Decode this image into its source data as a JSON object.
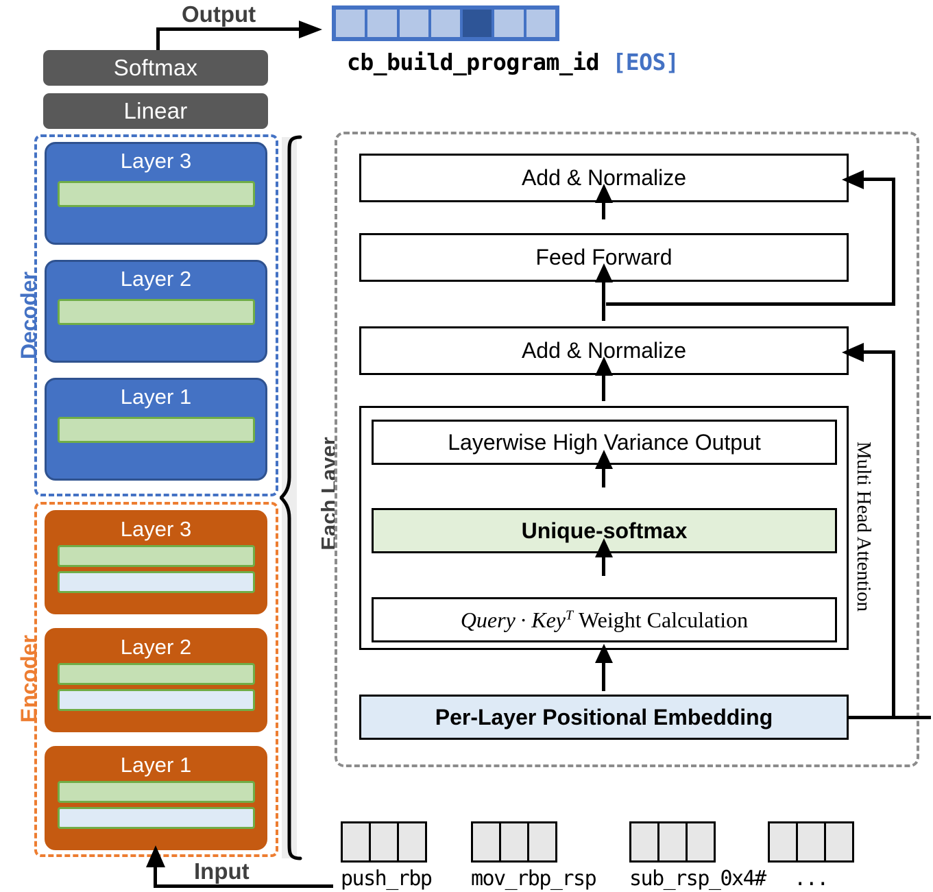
{
  "figure": {
    "io": {
      "output_label": "Output",
      "input_label": "Input"
    },
    "output_sequence": {
      "cell_count": 7,
      "highlighted_index": 4,
      "token_text": "cb_build_program_id",
      "eos_text": "[EOS]"
    },
    "head": {
      "softmax_label": "Softmax",
      "linear_label": "Linear"
    },
    "decoder": {
      "group_label": "Decoder",
      "accent_color": "#4472C4",
      "layers": [
        {
          "title": "Layer 3",
          "bars": [
            "green"
          ]
        },
        {
          "title": "Layer 2",
          "bars": [
            "green"
          ]
        },
        {
          "title": "Layer 1",
          "bars": [
            "green"
          ]
        }
      ]
    },
    "encoder": {
      "group_label": "Encoder",
      "accent_color": "#ED7D31",
      "layers": [
        {
          "title": "Layer 3",
          "bars": [
            "green",
            "lblue"
          ]
        },
        {
          "title": "Layer 2",
          "bars": [
            "green",
            "lblue"
          ]
        },
        {
          "title": "Layer 1",
          "bars": [
            "green",
            "lblue"
          ]
        }
      ]
    },
    "brace": {
      "label": "Each Layer"
    },
    "each_layer_panel": {
      "add_norm_top": "Add & Normalize",
      "feed_forward": "Feed Forward",
      "add_norm_bottom": "Add & Normalize",
      "mha_label": "Multi Head Attention",
      "layerwise_output": "Layerwise High Variance Output",
      "unique_softmax": "Unique-softmax",
      "qk_prefix": "Query",
      "qk_dot": "·",
      "qk_key": "Key",
      "qk_sup": "T",
      "qk_suffix": "Weight Calculation",
      "positional_embedding": "Per-Layer Positional Embedding"
    },
    "input_tokens": [
      {
        "label": "push_rbp",
        "cells": 3
      },
      {
        "label": "mov_rbp_rsp",
        "cells": 3
      },
      {
        "label": "sub_rsp_0x4#",
        "cells": 3
      },
      {
        "label": "...",
        "cells": 3
      }
    ],
    "colors": {
      "decoder_fill": "#4472C4",
      "encoder_fill": "#C55A11",
      "green_bar": "#C5E0B4",
      "green_border": "#70AD47",
      "light_blue_bar": "#DEEAF6",
      "dark_box": "#595959",
      "panel_dash": "#8C8C8C",
      "token_cell": "#B4C7E7",
      "token_cell_active": "#2E5597"
    }
  }
}
